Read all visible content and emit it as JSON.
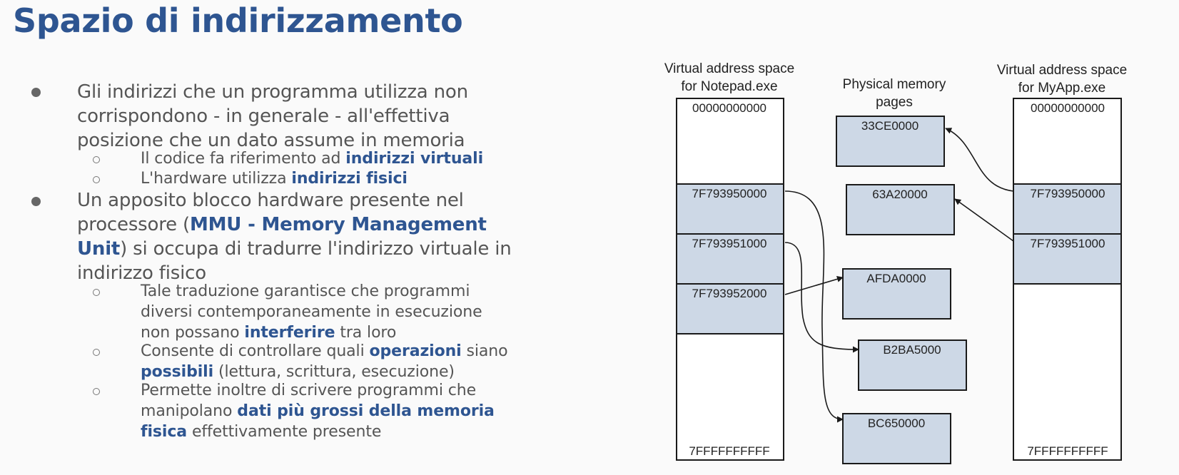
{
  "title": "Spazio di indirizzamento",
  "colors": {
    "accent": "#2e5591",
    "text": "#555555",
    "block_fill": "#cdd8e6"
  },
  "bullets": [
    {
      "text": "Gli indirizzi che un programma utilizza non corrispondono - in generale - all'effettiva posizione che un dato assume in memoria",
      "sub": [
        {
          "pre": "Il codice fa riferimento ad ",
          "hl": "indirizzi virtuali"
        },
        {
          "pre": "L'hardware utilizza ",
          "hl": "indirizzi fisici"
        }
      ]
    },
    {
      "pre": "Un apposito blocco hardware presente nel processore (",
      "hl": "MMU - Memory Management Unit",
      "post": ") si occupa di tradurre l'indirizzo virtuale in indirizzo fisico",
      "sub": [
        {
          "pre": "Tale traduzione garantisce che programmi diversi contemporaneamente in esecuzione non possano ",
          "hl": "interferire",
          "post": " tra loro"
        },
        {
          "pre": "Consente di controllare quali ",
          "hl": "operazioni",
          "mid": " siano ",
          "hl2": "possibili",
          "post": " (lettura, scrittura, esecuzione)"
        },
        {
          "pre": "Permette inoltre di scrivere programmi che manipolano ",
          "hl": "dati più grossi della memoria fisica",
          "post": " effettivamente presente"
        }
      ]
    }
  ],
  "diagram": {
    "left_header": [
      "Virtual address space",
      "for Notepad.exe"
    ],
    "middle_header": [
      "Physical memory",
      "pages"
    ],
    "right_header": [
      "Virtual address space",
      "for MyApp.exe"
    ],
    "virtual_top": "00000000000",
    "virtual_bottom": "7FFFFFFFFFF",
    "notepad_pages": [
      "7F793950000",
      "7F793951000",
      "7F793952000"
    ],
    "myapp_pages": [
      "7F793950000",
      "7F793951000"
    ],
    "physical_pages": [
      "33CE0000",
      "63A20000",
      "AFDA0000",
      "B2BA5000",
      "BC650000"
    ]
  }
}
